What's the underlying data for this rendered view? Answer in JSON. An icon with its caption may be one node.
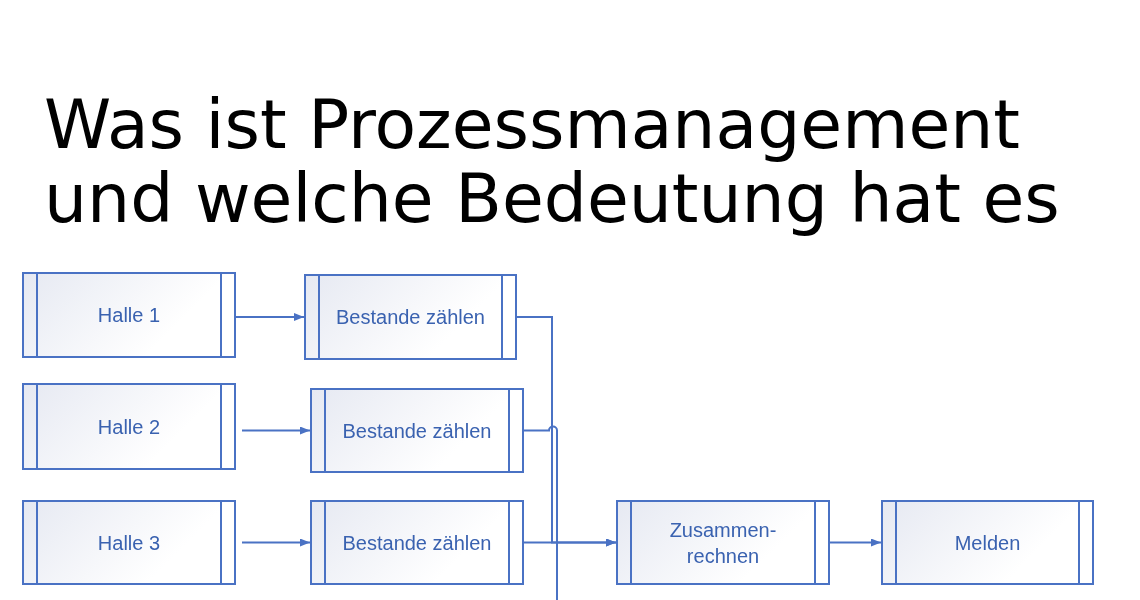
{
  "diagram": {
    "title": "Was ist Prozessmanagement und welche Bedeutung hat es",
    "nodes": [
      {
        "text": [
          "Halle 1"
        ]
      },
      {
        "text": [
          "Bestande zählen"
        ]
      },
      {
        "text": [
          "Halle 2"
        ]
      },
      {
        "text": [
          "Bestande zählen"
        ]
      },
      {
        "text": [
          "Halle 3"
        ]
      },
      {
        "text": [
          "Bestande zählen"
        ]
      },
      {
        "text": [
          "Zusammen-rechnen"
        ]
      },
      {
        "text": [
          "Melden"
        ]
      }
    ],
    "edges": [
      {
        "from": 0,
        "to": 1,
        "arrow": "to"
      },
      {
        "from": 2,
        "to": 3,
        "arrow": "to"
      },
      {
        "from": 4,
        "to": 5,
        "arrow": "to"
      },
      {
        "from": 1,
        "to": 6,
        "arrow": "to"
      },
      {
        "from": 5,
        "to": 6,
        "arrow": "to"
      },
      {
        "from": 3,
        "to": null,
        "arrow": "none"
      },
      {
        "from": 6,
        "to": 7,
        "arrow": "to"
      }
    ]
  }
}
